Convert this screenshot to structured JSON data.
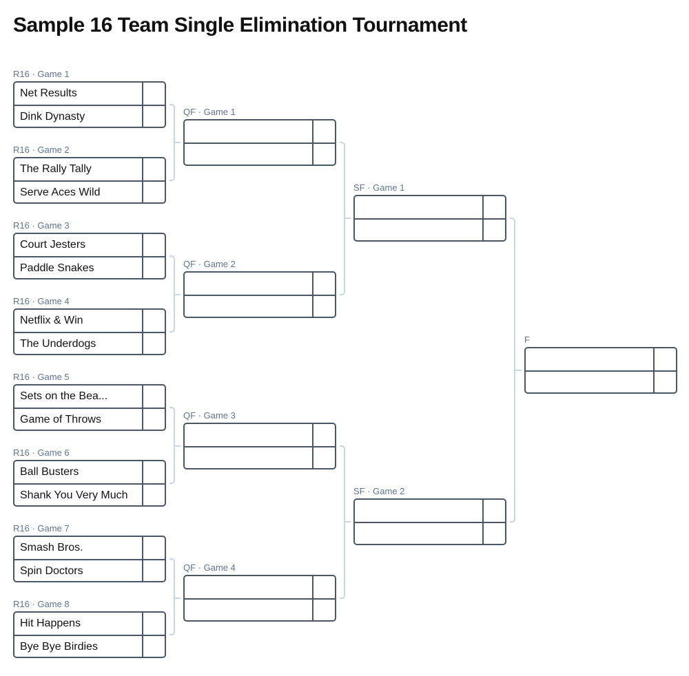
{
  "title": "Sample 16 Team Single Elimination Tournament",
  "colors": {
    "border": "#4b5563",
    "connector": "#cbd5e1",
    "label": "#64748b",
    "text": "#111111"
  },
  "rounds": {
    "r16": [
      {
        "label": "R16 · Game 1",
        "teams": [
          {
            "name": "Net Results",
            "score": ""
          },
          {
            "name": "Dink Dynasty",
            "score": ""
          }
        ]
      },
      {
        "label": "R16 · Game 2",
        "teams": [
          {
            "name": "The Rally Tally",
            "score": ""
          },
          {
            "name": "Serve Aces Wild",
            "score": ""
          }
        ]
      },
      {
        "label": "R16 · Game 3",
        "teams": [
          {
            "name": "Court Jesters",
            "score": ""
          },
          {
            "name": "Paddle Snakes",
            "score": ""
          }
        ]
      },
      {
        "label": "R16 · Game 4",
        "teams": [
          {
            "name": "Netflix & Win",
            "score": ""
          },
          {
            "name": "The Underdogs",
            "score": ""
          }
        ]
      },
      {
        "label": "R16 · Game 5",
        "teams": [
          {
            "name": "Sets on the Bea...",
            "score": ""
          },
          {
            "name": "Game of Throws",
            "score": ""
          }
        ]
      },
      {
        "label": "R16 · Game 6",
        "teams": [
          {
            "name": "Ball Busters",
            "score": ""
          },
          {
            "name": "Shank You Very Much",
            "score": ""
          }
        ]
      },
      {
        "label": "R16 · Game 7",
        "teams": [
          {
            "name": "Smash Bros.",
            "score": ""
          },
          {
            "name": "Spin Doctors",
            "score": ""
          }
        ]
      },
      {
        "label": "R16 · Game 8",
        "teams": [
          {
            "name": "Hit Happens",
            "score": ""
          },
          {
            "name": "Bye Bye Birdies",
            "score": ""
          }
        ]
      }
    ],
    "qf": [
      {
        "label": "QF · Game 1",
        "teams": [
          {
            "name": "",
            "score": ""
          },
          {
            "name": "",
            "score": ""
          }
        ]
      },
      {
        "label": "QF · Game 2",
        "teams": [
          {
            "name": "",
            "score": ""
          },
          {
            "name": "",
            "score": ""
          }
        ]
      },
      {
        "label": "QF · Game 3",
        "teams": [
          {
            "name": "",
            "score": ""
          },
          {
            "name": "",
            "score": ""
          }
        ]
      },
      {
        "label": "QF · Game 4",
        "teams": [
          {
            "name": "",
            "score": ""
          },
          {
            "name": "",
            "score": ""
          }
        ]
      }
    ],
    "sf": [
      {
        "label": "SF · Game 1",
        "teams": [
          {
            "name": "",
            "score": ""
          },
          {
            "name": "",
            "score": ""
          }
        ]
      },
      {
        "label": "SF · Game 2",
        "teams": [
          {
            "name": "",
            "score": ""
          },
          {
            "name": "",
            "score": ""
          }
        ]
      }
    ],
    "f": [
      {
        "label": "F",
        "teams": [
          {
            "name": "",
            "score": ""
          },
          {
            "name": "",
            "score": ""
          }
        ]
      }
    ]
  }
}
